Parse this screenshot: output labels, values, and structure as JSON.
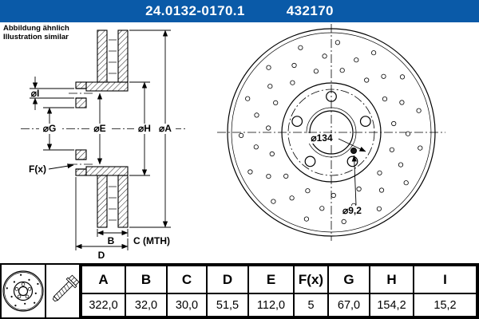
{
  "header": {
    "part_number": "24.0132-0170.1",
    "ref_number": "432170"
  },
  "note": {
    "line1": "Abbildung ähnlich",
    "line2": "Illustration similar"
  },
  "drawing": {
    "section_labels": {
      "dia_i": "⌀I",
      "dia_g": "⌀G",
      "dia_e": "⌀E",
      "dia_h": "⌀H",
      "dia_a": "⌀A",
      "f_x": "F(x)",
      "b": "B",
      "c_mth": "C (MTH)",
      "d": "D"
    },
    "front_labels": {
      "bolt_circle": "⌀134",
      "pin_hole": "⌀9,2"
    }
  },
  "table": {
    "headers": [
      "A",
      "B",
      "C",
      "D",
      "E",
      "F(x)",
      "G",
      "H",
      "I"
    ],
    "values": [
      "322,0",
      "32,0",
      "30,0",
      "51,5",
      "112,0",
      "5",
      "67,0",
      "154,2",
      "15,2"
    ]
  },
  "colors": {
    "header_bg": "#0a5aa8",
    "line": "#000000"
  }
}
